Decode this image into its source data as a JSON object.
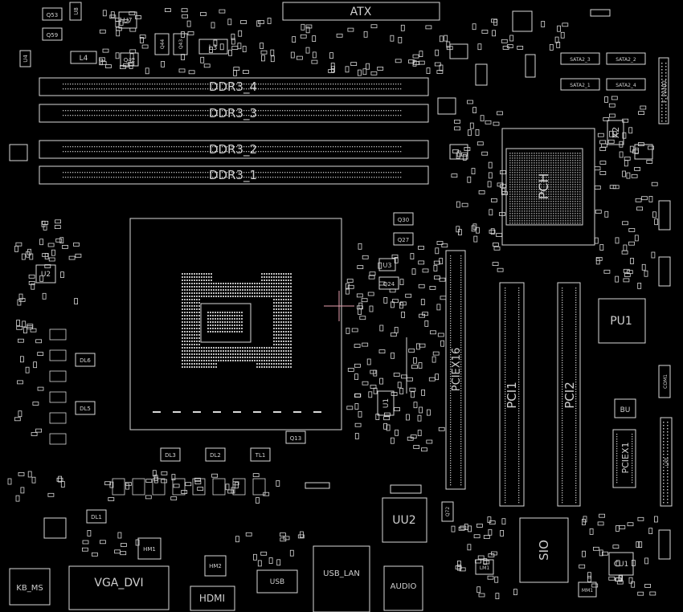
{
  "colors": {
    "background": "#000000",
    "outline": "#d8d8d8",
    "pin": "#bdbdbd",
    "crosshair": "#e8a0b0"
  },
  "labels": {
    "atx": "ATX",
    "ddr3_4": "DDR3_4",
    "ddr3_3": "DDR3_3",
    "ddr3_2": "DDR3_2",
    "ddr3_1": "DDR3_1",
    "pciex16": "PCIEX16",
    "pci1": "PCI1",
    "pci2": "PCI2",
    "pciex1": "PCIEX1",
    "pu1": "PU1",
    "uu2": "UU2",
    "sio": "SIO",
    "bu": "BU",
    "cu1": "CU1",
    "kb_ms": "KB_MS",
    "vga_dvi": "VGA_DVI",
    "hdmi": "HDMI",
    "usb_lan": "USB_LAN",
    "audio": "AUDIO",
    "usb": "USB",
    "pch": "PCH",
    "x2": "X2",
    "u1": "U1",
    "u2": "U2",
    "u3": "U3",
    "u4": "U4",
    "u7": "U7",
    "u8": "U8",
    "l3": "L3",
    "l4": "L4",
    "q53": "Q53",
    "q59": "Q59",
    "q42": "Q42",
    "q43": "Q43",
    "q44": "Q44",
    "q30": "Q30",
    "q27": "Q27",
    "q24": "Q24",
    "q13": "Q13",
    "q72": "Q72",
    "dl1": "DL1",
    "dl2": "DL2",
    "dl3": "DL3",
    "dl5": "DL5",
    "dl6": "DL6",
    "tl1": "TL1",
    "hm1": "HM1",
    "hm2": "HM2",
    "lm1": "LM1",
    "mm1": "MM1",
    "sata_a": "SATA2_3",
    "sata_b": "SATA2_2",
    "sata_c": "SATA2_1",
    "sata_d": "SATA2_4",
    "f_panel": "F_PANEL",
    "com1": "COM1",
    "lpt": "LPT"
  }
}
